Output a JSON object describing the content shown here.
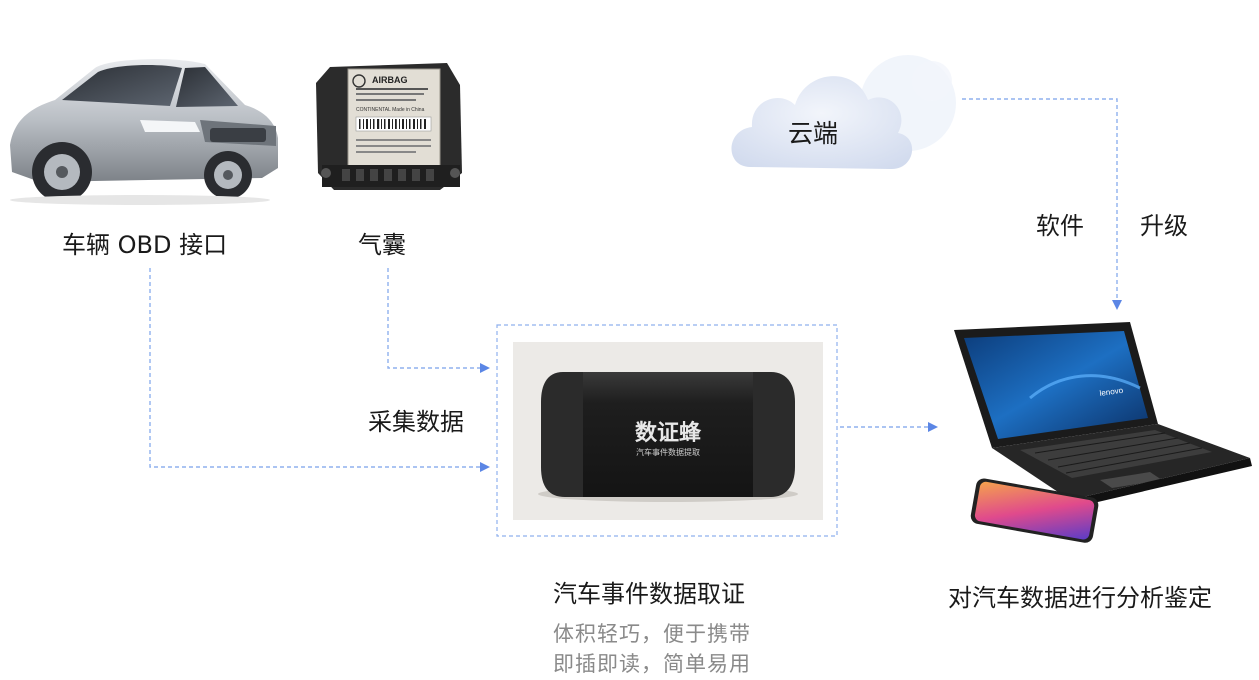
{
  "nodes": {
    "obd_label": "车辆 OBD 接口",
    "airbag_label": "气囊",
    "cloud_label": "云端",
    "device_brand": "数证蜂",
    "device_subtitle": "汽车事件数据提取",
    "device_title": "汽车事件数据取证",
    "device_desc_line1": "体积轻巧，便于携带",
    "device_desc_line2": "即插即读，简单易用",
    "laptop_label": "对汽车数据进行分析鉴定"
  },
  "edges": {
    "collect_label": "采集数据",
    "software_label": "软件",
    "upgrade_label": "升级"
  },
  "airbag_module": {
    "brand": "AIRBAG",
    "made_in": "CONTINENTAL Made in China"
  },
  "laptop": {
    "brand": "lenovo"
  },
  "colors": {
    "connector": "#5b86e5",
    "cloud": "#dfe6f5",
    "device_body": "#1c1c1c",
    "text_gray": "#8a8a8a"
  }
}
